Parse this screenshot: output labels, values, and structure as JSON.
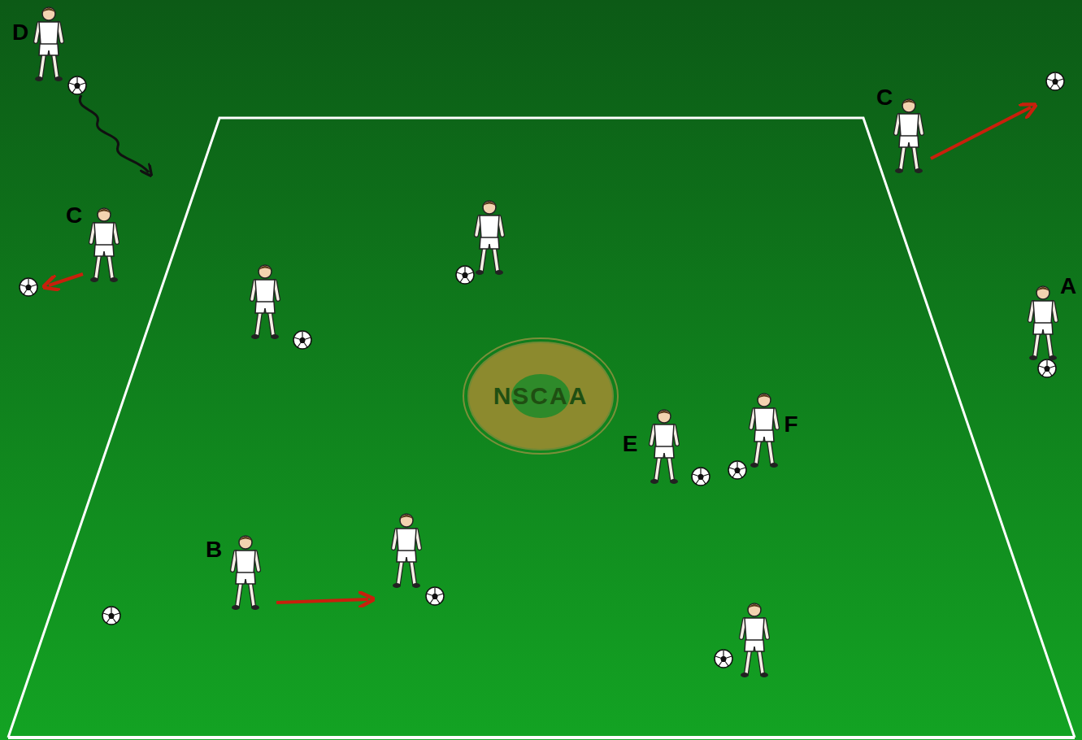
{
  "diagram": {
    "labels": [
      "D",
      "C",
      "C",
      "A",
      "NSCAA",
      "F",
      "E",
      "B"
    ]
  }
}
